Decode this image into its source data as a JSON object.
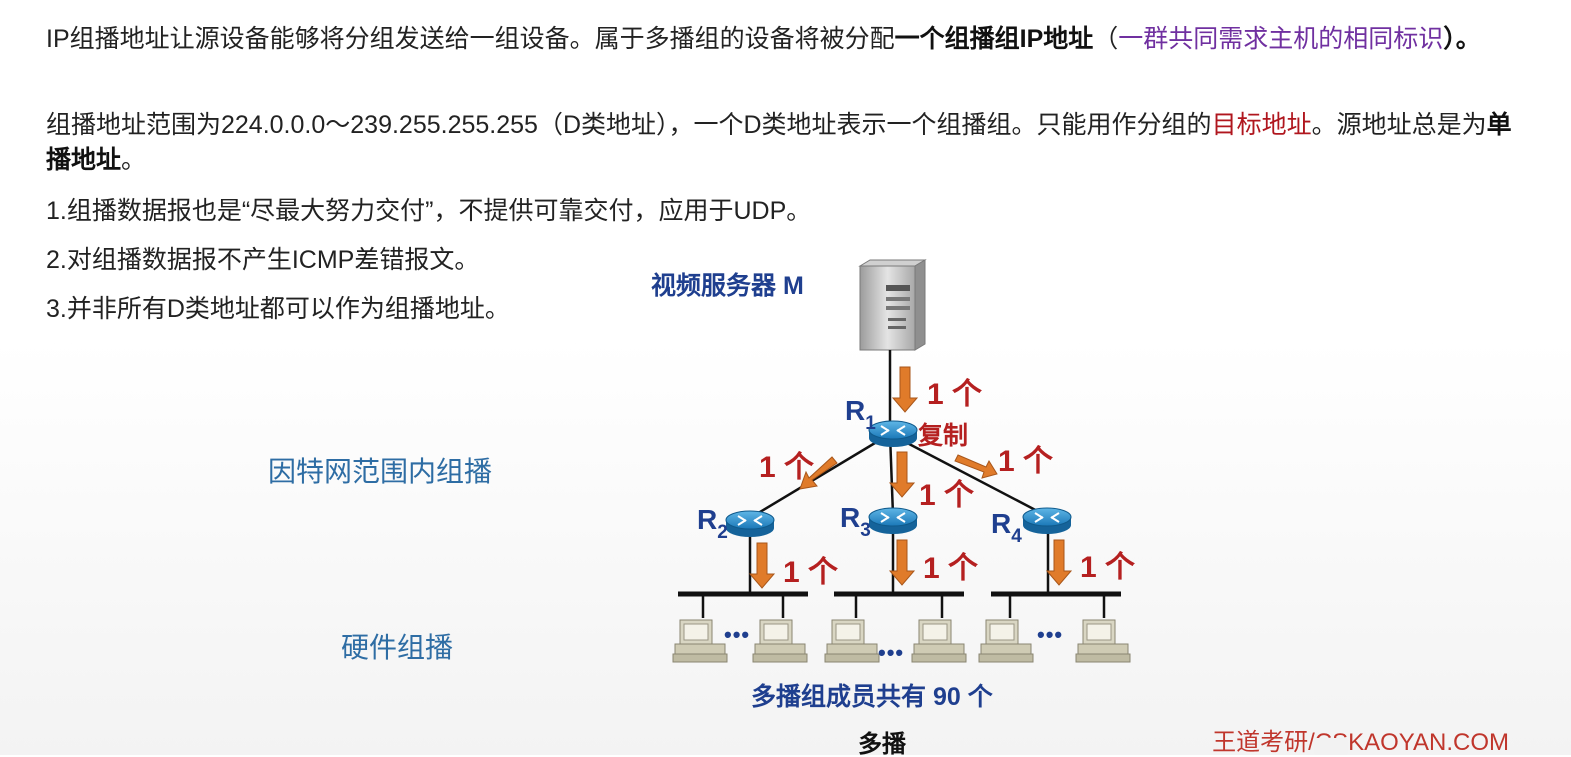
{
  "intro": {
    "part1": "IP组播地址让源设备能够将分组发送给一组设备。属于多播组的设备将被分配",
    "bold": "一个组播组IP地址",
    "open_paren": "（",
    "purple": "一群共同需求主机的相同标识",
    "close": "）。"
  },
  "range": {
    "part1": "组播地址范围为224.0.0.0～239.255.255.255（D类地址），一个D类地址表示一个组播组。只能用作分组的",
    "red": "目标地址",
    "part2": "。源地址总是为",
    "bold": "单播地址",
    "end": "。"
  },
  "points": [
    "1.组播数据报也是“尽最大努力交付”，不提供可靠交付，应用于UDP。",
    "2.对组播数据报不产生ICMP差错报文。",
    "3.并非所有D类地址都可以作为组播地址。"
  ],
  "side_labels": {
    "internet": "因特网范围内组播",
    "hardware": "硬件组播"
  },
  "diagram": {
    "server_label": "视频服务器 M",
    "routers": [
      {
        "name": "R",
        "sub": "1"
      },
      {
        "name": "R",
        "sub": "2"
      },
      {
        "name": "R",
        "sub": "3"
      },
      {
        "name": "R",
        "sub": "4"
      }
    ],
    "copy_label": "复制",
    "count_label": "1 个",
    "dots": "•••",
    "members": "多播组成员共有 90 个",
    "caption": "多播"
  },
  "watermark": "王道考研/CSKAOYAN.COM",
  "colors": {
    "purple": "#7030a0",
    "red": "#b0161e",
    "navy": "#1f3f8f",
    "arrow": "#e07b2a",
    "label_red": "#b52020",
    "side_blue": "#2e6da4"
  }
}
